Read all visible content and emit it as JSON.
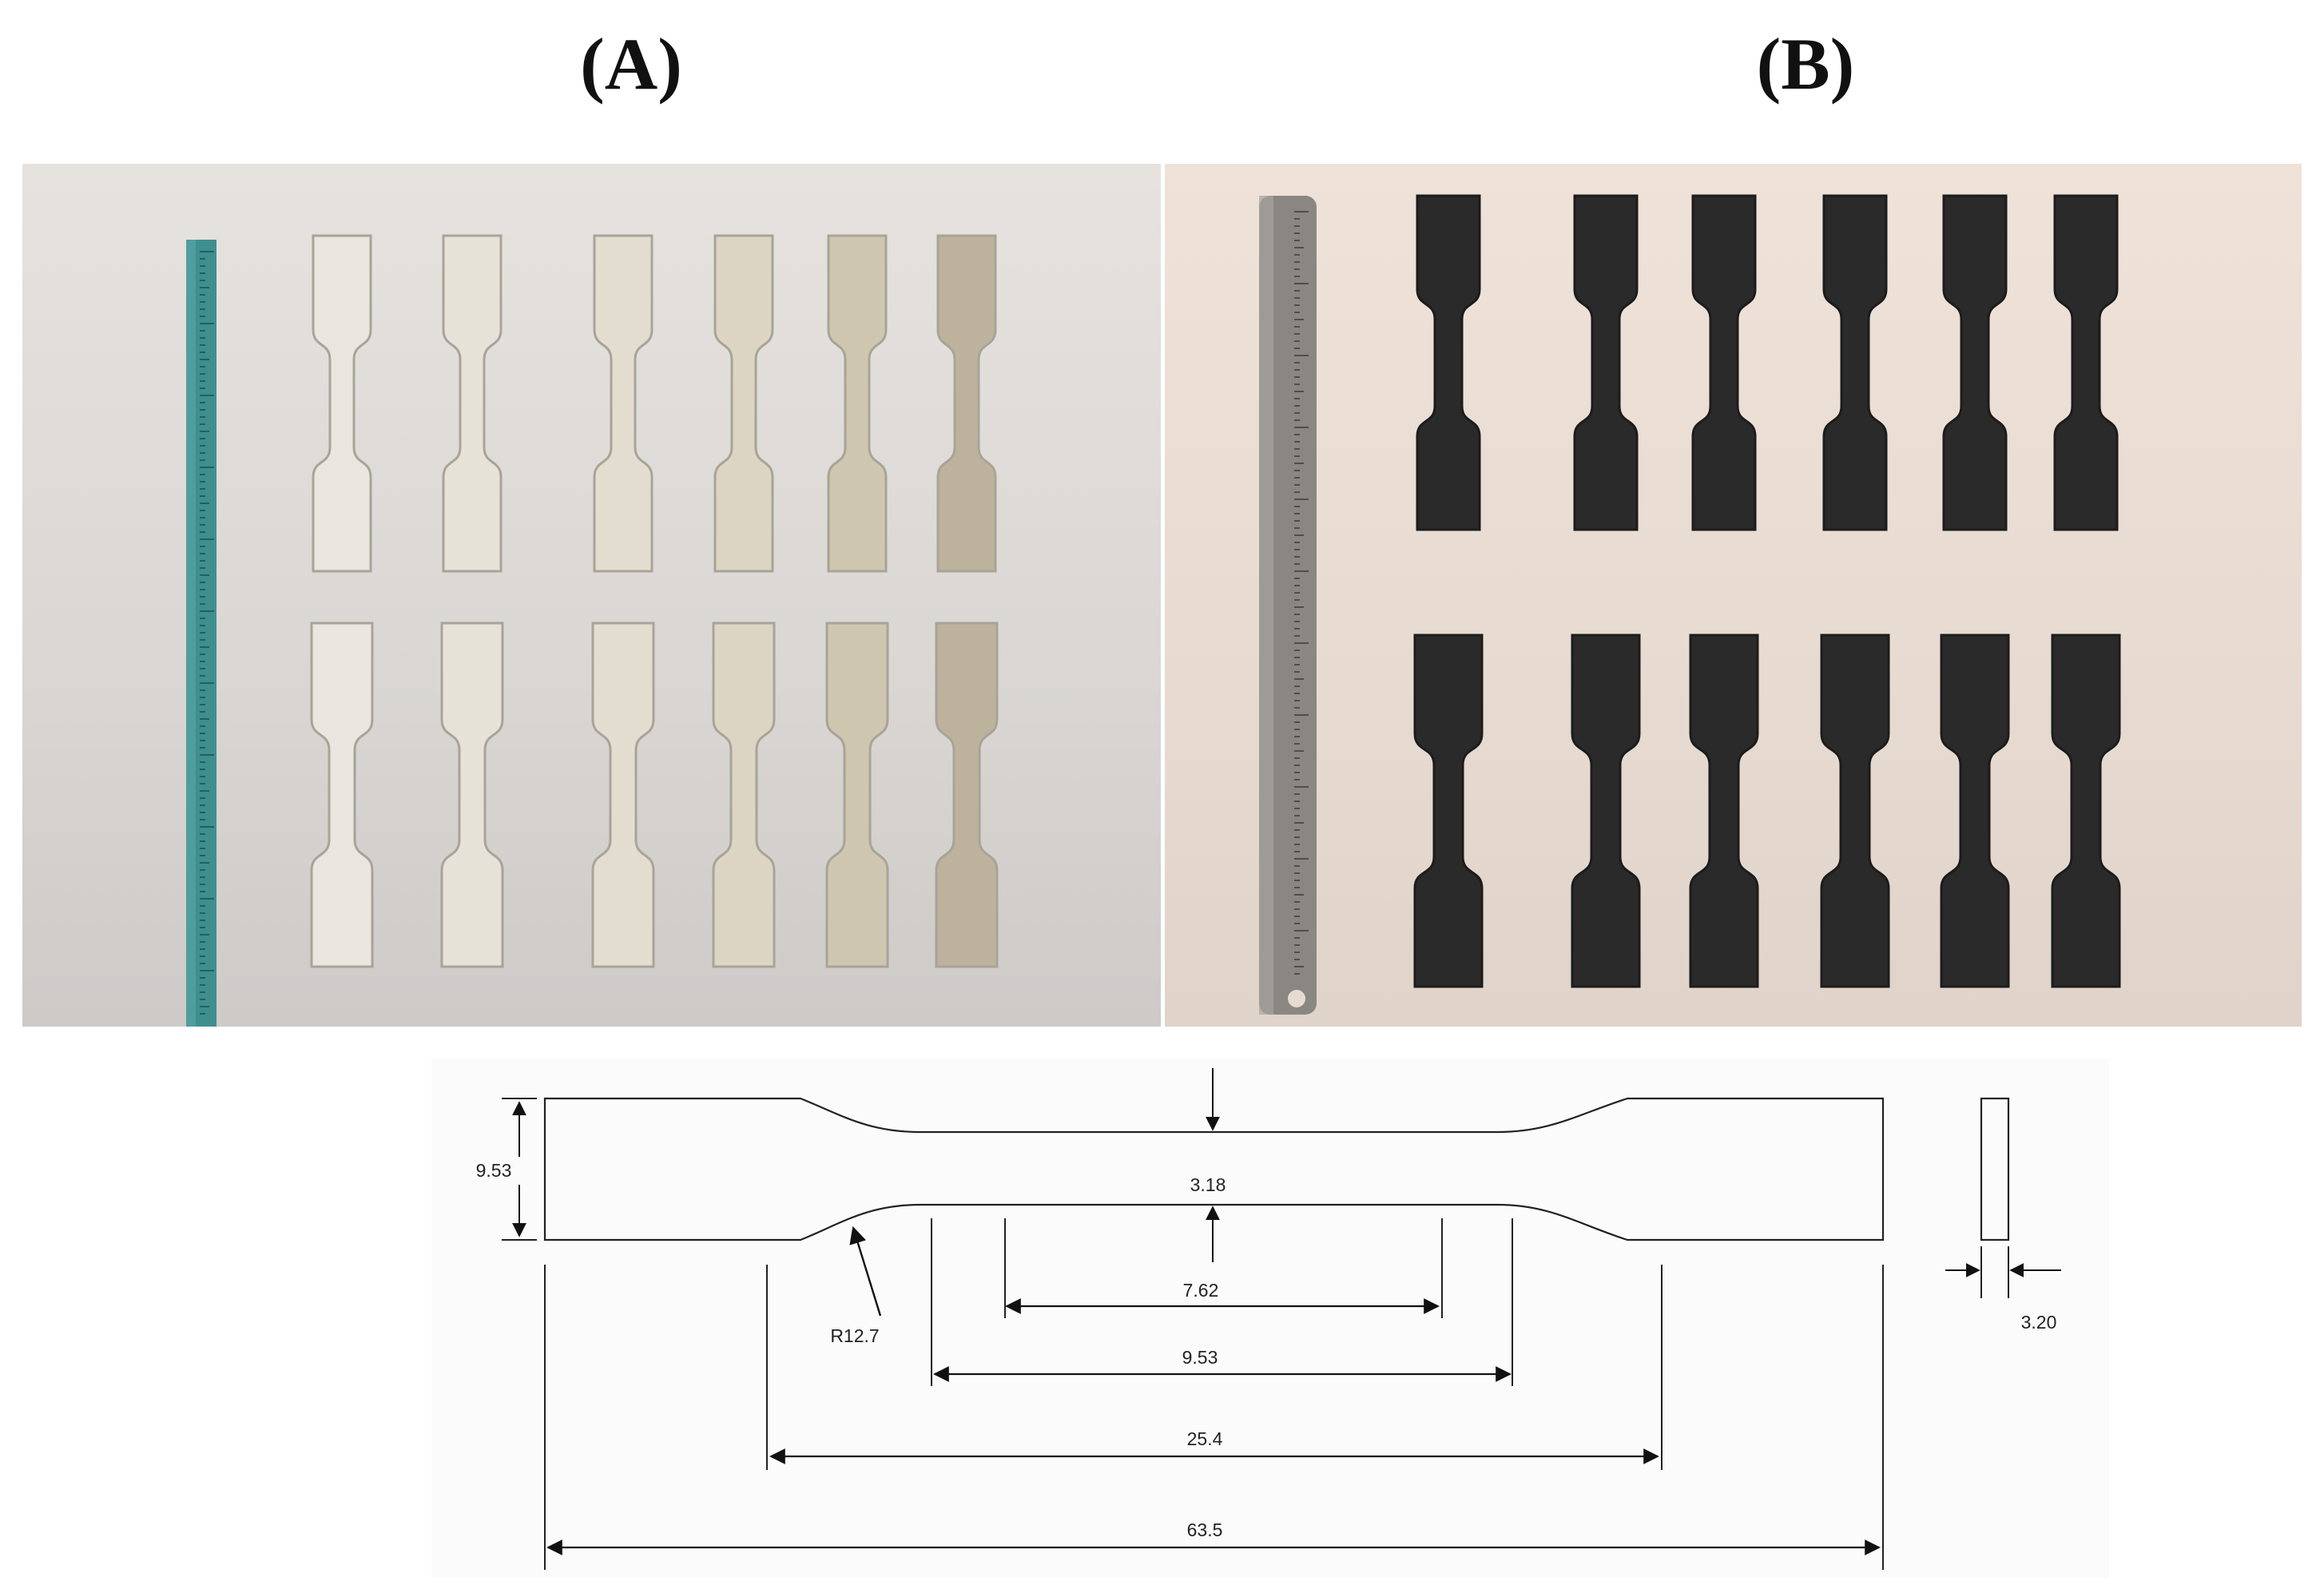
{
  "panels": {
    "a_label": "(A)",
    "b_label": "(B)"
  },
  "photo_a": {
    "description_icon": "clear-tensile-specimens-photo",
    "specimen_tint_colors": [
      "#e9e6df",
      "#e6e2d8",
      "#e3ddcf",
      "#dcd5c4",
      "#cfc6b0",
      "#bdb39d"
    ],
    "ruler_color": "#3f8f8f"
  },
  "photo_b": {
    "description_icon": "black-tensile-specimens-photo",
    "specimen_color": "#2a2a2a",
    "ruler_color": "#8a8783"
  },
  "drawing": {
    "dim_thickness_gauge": "3.18",
    "dim_width_grip": "9.53",
    "dim_gauge_length": "7.62",
    "dim_parallel_length": "9.53",
    "dim_distance_between_grips": "25.4",
    "dim_overall_length": "63.5",
    "dim_fillet_radius": "R12.7",
    "dim_thickness": "3.20"
  }
}
